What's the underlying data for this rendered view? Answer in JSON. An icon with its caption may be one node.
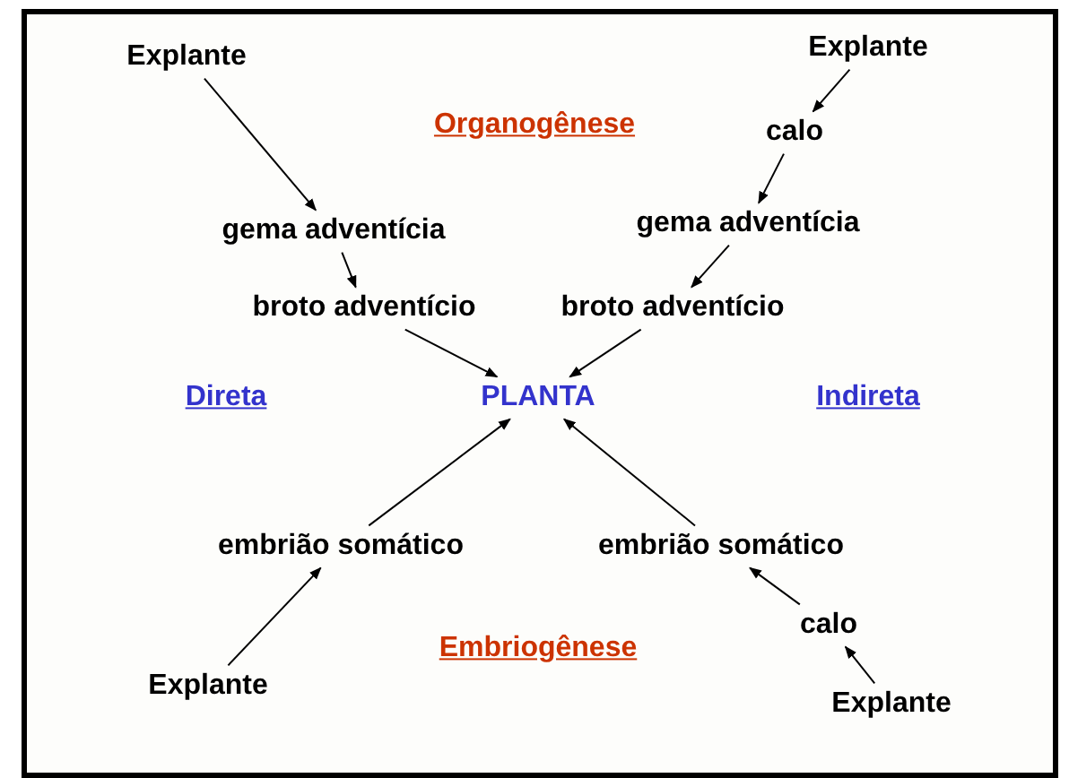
{
  "diagram": {
    "nodes": [
      {
        "text": [
          "Explante"
        ]
      },
      {
        "text": [
          "Explante"
        ]
      },
      {
        "text": [
          "calo"
        ]
      },
      {
        "text": [
          "gema adventícia"
        ]
      },
      {
        "text": [
          "gema adventícia"
        ]
      },
      {
        "text": [
          "broto adventício"
        ]
      },
      {
        "text": [
          "broto adventício"
        ]
      },
      {
        "text": [
          "PLANTA"
        ]
      },
      {
        "text": [
          "embrião somático"
        ]
      },
      {
        "text": [
          "embrião somático"
        ]
      },
      {
        "text": [
          "calo"
        ]
      },
      {
        "text": [
          "Explante"
        ]
      },
      {
        "text": [
          "Explante"
        ]
      }
    ],
    "edges": [
      {
        "from": 0,
        "to": 3,
        "arrow": "to"
      },
      {
        "from": 1,
        "to": 2,
        "arrow": "to"
      },
      {
        "from": 2,
        "to": 4,
        "arrow": "to"
      },
      {
        "from": 3,
        "to": 5,
        "arrow": "to"
      },
      {
        "from": 4,
        "to": 6,
        "arrow": "to"
      },
      {
        "from": 5,
        "to": 7,
        "arrow": "to"
      },
      {
        "from": 6,
        "to": 7,
        "arrow": "to"
      },
      {
        "from": 8,
        "to": 7,
        "arrow": "to"
      },
      {
        "from": 9,
        "to": 7,
        "arrow": "to"
      },
      {
        "from": 11,
        "to": 8,
        "arrow": "to"
      },
      {
        "from": 10,
        "to": 9,
        "arrow": "to"
      },
      {
        "from": 12,
        "to": 10,
        "arrow": "to"
      }
    ],
    "labels": [
      "Organogênese",
      "Direta",
      "Indireta",
      "Embriogênese"
    ]
  }
}
